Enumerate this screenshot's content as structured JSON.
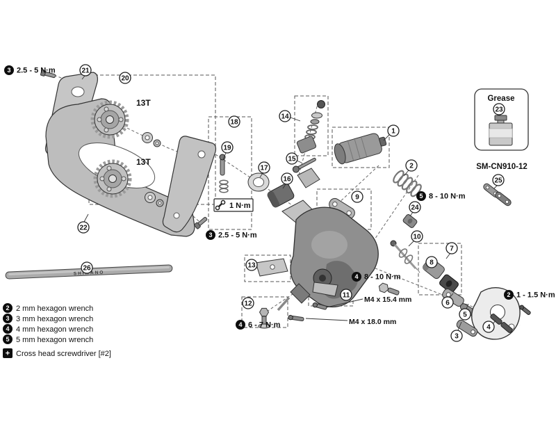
{
  "diagram": {
    "callouts": [
      "1",
      "2",
      "3",
      "4",
      "5",
      "6",
      "7",
      "8",
      "9",
      "10",
      "11",
      "12",
      "13",
      "14",
      "15",
      "16",
      "17",
      "18",
      "19",
      "20",
      "21",
      "22",
      "23",
      "24",
      "25",
      "26"
    ],
    "labels": {
      "grease": "Grease",
      "quick_link_model": "SM-CN910-12",
      "pulley_top_teeth": "13T",
      "pulley_bottom_teeth": "13T",
      "tube_brand": "SHIMANO",
      "bolt_spec_short": "M4 x 15.4 mm",
      "bolt_spec_long": "M4 x 18.0 mm"
    },
    "torques": [
      {
        "badge": "3",
        "value": "2.5 - 5 N·m"
      },
      {
        "badge": "3",
        "value": "2.5 - 5 N·m"
      },
      {
        "badge": "",
        "value": "1 N·m",
        "icon": "wrench"
      },
      {
        "badge": "5",
        "value": "8 - 10 N·m"
      },
      {
        "badge": "4",
        "value": "8 - 10 N·m"
      },
      {
        "badge": "4",
        "value": "6 - 7 N·m"
      },
      {
        "badge": "2",
        "value": "1 - 1.5 N·m"
      }
    ]
  },
  "legend": {
    "items": [
      {
        "badge": "2",
        "label": "2 mm hexagon wrench"
      },
      {
        "badge": "3",
        "label": "3 mm hexagon wrench"
      },
      {
        "badge": "4",
        "label": "4 mm hexagon wrench"
      },
      {
        "badge": "5",
        "label": "5 mm hexagon wrench"
      },
      {
        "badge": "+",
        "label": "Cross head screwdriver [#2]"
      }
    ]
  },
  "colors": {
    "background": "#ffffff",
    "line": "#333333",
    "part_fill": "#b5b5b5",
    "badge": "#000000"
  }
}
